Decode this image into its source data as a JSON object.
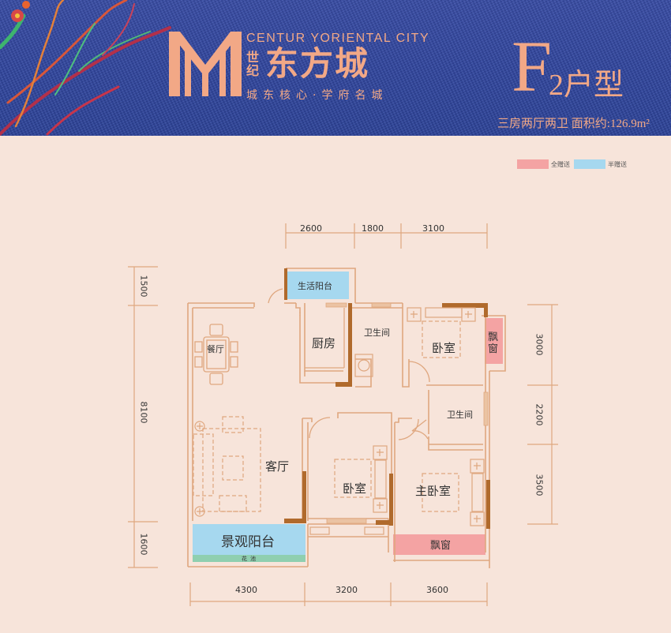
{
  "header": {
    "brand_en": "CENTUR YORIENTAL CITY",
    "brand_cn_small": "世纪",
    "brand_cn_big": "东方城",
    "slogan": "城东核心·学府名城",
    "unit_letter": "F",
    "unit_rest": "2户型",
    "layout_desc": "三房两厅两卫",
    "area_label": "面积约:",
    "area_value": "126.9m²"
  },
  "legend": {
    "items": [
      {
        "label": "全赠送",
        "color": "#f4a3a3"
      },
      {
        "label": "半赠送",
        "color": "#a6d8ef"
      }
    ]
  },
  "dimensions": {
    "top": [
      "2600",
      "1800",
      "3100"
    ],
    "left": [
      "1500",
      "8100",
      "1600"
    ],
    "right": [
      "3000",
      "2200",
      "3500"
    ],
    "bottom": [
      "4300",
      "3200",
      "3600"
    ]
  },
  "rooms": {
    "dining": "餐厅",
    "kitchen": "厨房",
    "service_balcony": "生活阳台",
    "bathroom_1": "卫生间",
    "bedroom_1": "卧室",
    "bay_window_1": "飘窗",
    "bathroom_2": "卫生间",
    "living": "客厅",
    "bedroom_2": "卧室",
    "master_bedroom": "主卧室",
    "bay_window_2": "飘窗",
    "view_balcony": "景观阳台",
    "planter": "花池"
  },
  "colors": {
    "background": "#f7e4da",
    "header_blue": "#3348a0",
    "accent_peach": "#f2a886",
    "wall_thin": "#dfa77f",
    "wall_thick": "#b06a2c",
    "full_gift": "#f4a3a3",
    "half_gift": "#a6d8ef",
    "planter": "#8fcfb0"
  }
}
